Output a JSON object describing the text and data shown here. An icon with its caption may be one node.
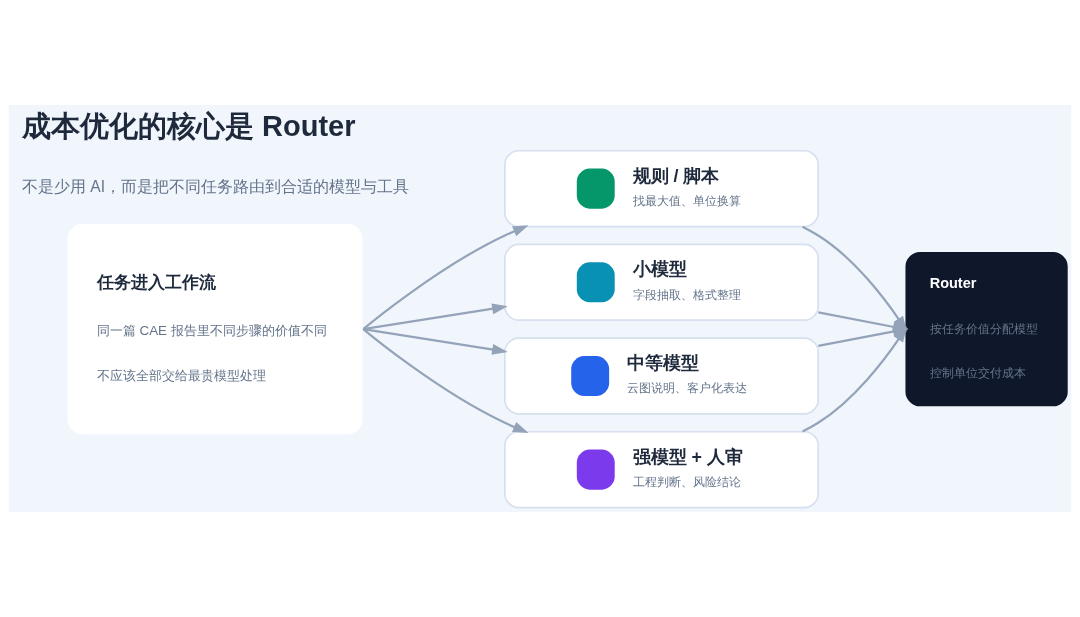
{
  "diagram": {
    "title": "成本优化的核心是 Router",
    "nodes": [
      {
        "text": [
          "任务进入工作流",
          "同一篇 CAE 报告里不同步骤的价值不同",
          "不应该全部交给最贵模型处理"
        ]
      },
      {
        "text": [
          "规则 / 脚本",
          "找最大值、单位换算"
        ]
      },
      {
        "text": [
          "小模型",
          "字段抽取、格式整理"
        ]
      },
      {
        "text": [
          "中等模型",
          "云图说明、客户化表达"
        ]
      },
      {
        "text": [
          "强模型 + 人审",
          "工程判断、风险结论"
        ]
      },
      {
        "text": [
          "Router",
          "按任务价值分配模型",
          "控制单位交付成本"
        ]
      }
    ],
    "edges": [
      {
        "from": 0,
        "to": 1,
        "arrow": "to"
      },
      {
        "from": 0,
        "to": 2,
        "arrow": "to"
      },
      {
        "from": 0,
        "to": 3,
        "arrow": "to"
      },
      {
        "from": 0,
        "to": 4,
        "arrow": "to"
      },
      {
        "from": 1,
        "to": 5,
        "arrow": "to"
      },
      {
        "from": 2,
        "to": 5,
        "arrow": "to"
      },
      {
        "from": 3,
        "to": 5,
        "arrow": "to"
      },
      {
        "from": 4,
        "to": 5,
        "arrow": "to"
      }
    ],
    "labels": [
      "不是少用 AI，而是把不同任务路由到合适的模型与工具"
    ]
  }
}
